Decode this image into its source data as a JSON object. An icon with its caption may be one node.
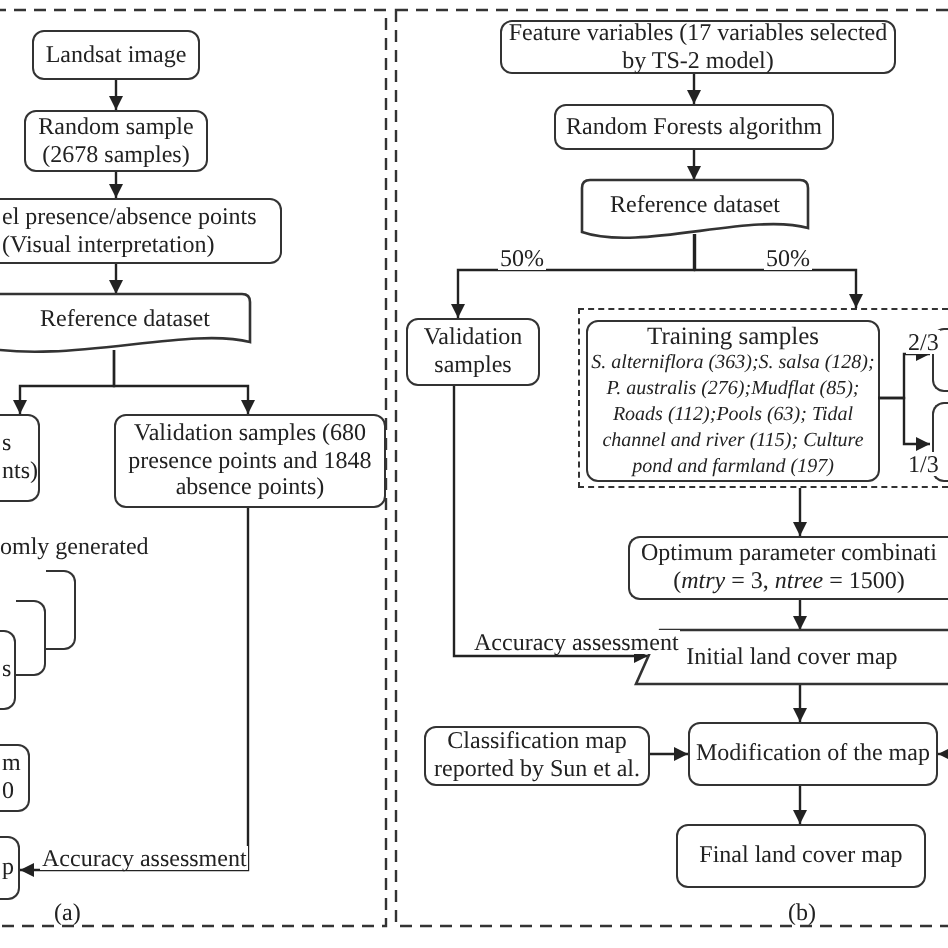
{
  "diagram": {
    "nodes": [
      {
        "text": [
          "Landsat image"
        ]
      },
      {
        "text": [
          "Random sample (2678 samples)"
        ]
      },
      {
        "text": [
          "el presence/absence points (Visual interpretation)"
        ]
      },
      {
        "text": [
          "Reference dataset"
        ]
      },
      {
        "text": [
          "s nts)"
        ]
      },
      {
        "text": [
          "Validation samples (680 presence points and 1848 absence points)"
        ]
      },
      {
        "text": [],
        "shape": "box"
      },
      {
        "text": [],
        "shape": "box"
      },
      {
        "text": [
          "s"
        ]
      },
      {
        "text": [
          "m 0"
        ]
      },
      {
        "text": [
          "p"
        ]
      },
      {
        "text": [
          "Feature variables (17 variables selected by TS-2 model)"
        ]
      },
      {
        "text": [
          "Random Forests algorithm"
        ]
      },
      {
        "text": [
          "Reference dataset"
        ]
      },
      {
        "text": [
          "Validation samples"
        ]
      },
      {
        "text": [],
        "shape": "box"
      },
      {
        "text": [
          "Training samples",
          "S. alterniflora (363);S. salsa (128); P. australis (276);Mudflat (85); Roads (112);Pools (63); Tidal channel and river (115); Culture pond and farmland (197)"
        ],
        "in": 15
      },
      {
        "text": [],
        "shape": "box",
        "in": 15
      },
      {
        "text": [],
        "shape": "box",
        "in": 15
      },
      {
        "text": [
          "Optimum parameter combinati (*mtry* = 3, *ntree* = 1500)"
        ]
      },
      {
        "text": [
          "Initial land cover map"
        ]
      },
      {
        "text": [
          "Classification map reported by Sun et al."
        ]
      },
      {
        "text": [
          "Modification of the map"
        ]
      },
      {
        "text": [
          "Final land cover map"
        ]
      }
    ],
    "edges": [
      {
        "from": 0,
        "to": 1,
        "arrow": "to"
      },
      {
        "from": 1,
        "to": 2,
        "arrow": "to"
      },
      {
        "from": 2,
        "to": 3,
        "arrow": "to"
      },
      {
        "from": 3,
        "to": 4,
        "arrow": "to"
      },
      {
        "from": 3,
        "to": 5,
        "arrow": "to"
      },
      {
        "from": 5,
        "to": 10,
        "label": "Accuracy assessment",
        "arrow": "to"
      },
      {
        "from": 11,
        "to": 12,
        "arrow": "to"
      },
      {
        "from": 12,
        "to": 13,
        "arrow": "to"
      },
      {
        "from": 13,
        "to": 14,
        "label": "50%",
        "arrow": "to"
      },
      {
        "from": 13,
        "to": 15,
        "label": "50%",
        "arrow": "to"
      },
      {
        "from": 16,
        "to": 17,
        "label": "2/3",
        "arrow": "to"
      },
      {
        "from": 16,
        "to": 18,
        "label": "1/3",
        "arrow": "to"
      },
      {
        "from": 15,
        "to": 19,
        "arrow": "to"
      },
      {
        "from": 19,
        "to": 20,
        "arrow": "to"
      },
      {
        "from": 14,
        "to": 20,
        "label": "Accuracy assessment",
        "arrow": "to"
      },
      {
        "from": 20,
        "to": 22,
        "arrow": "to"
      },
      {
        "from": 21,
        "to": 22,
        "arrow": "to"
      },
      {
        "from": null,
        "to": 22,
        "arrow": "to"
      },
      {
        "from": 22,
        "to": 23,
        "arrow": "to"
      }
    ],
    "labels": [
      "omly generated",
      "(a)",
      "(b)"
    ]
  }
}
